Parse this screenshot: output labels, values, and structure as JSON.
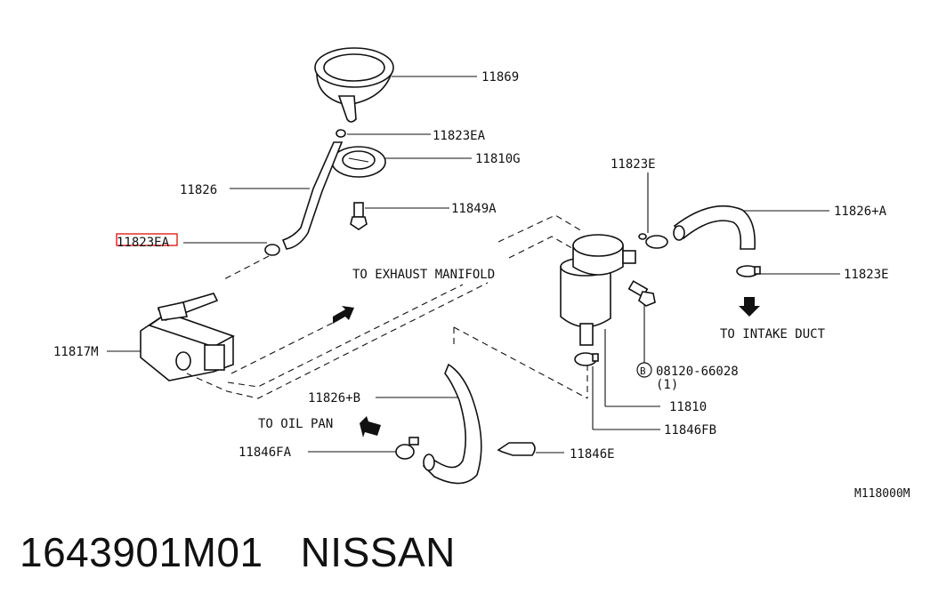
{
  "labels": {
    "p11869": "11869",
    "p11823EA_top": "11823EA",
    "p11810G": "11810G",
    "p11826": "11826",
    "p11849A": "11849A",
    "p11823EA_left": "11823EA",
    "p11823E_top": "11823E",
    "p11826A": "11826+A",
    "p11823E_right": "11823E",
    "to_exhaust": "TO EXHAUST MANIFOLD",
    "to_intake": "TO INTAKE DUCT",
    "p11817M": "11817M",
    "bolt_code": "08120-66028",
    "bolt_circle": "B",
    "bolt_qty": "(1)",
    "p11826B": "11826+B",
    "p11810": "11810",
    "to_oil_pan": "TO OIL PAN",
    "p11846FB": "11846FB",
    "p11846FA": "11846FA",
    "p11846E": "11846E",
    "diagram_ref": "M118000M"
  },
  "footer": {
    "part_number": "1643901M01",
    "brand": "NISSAN"
  },
  "highlight_color": "#e0201a"
}
